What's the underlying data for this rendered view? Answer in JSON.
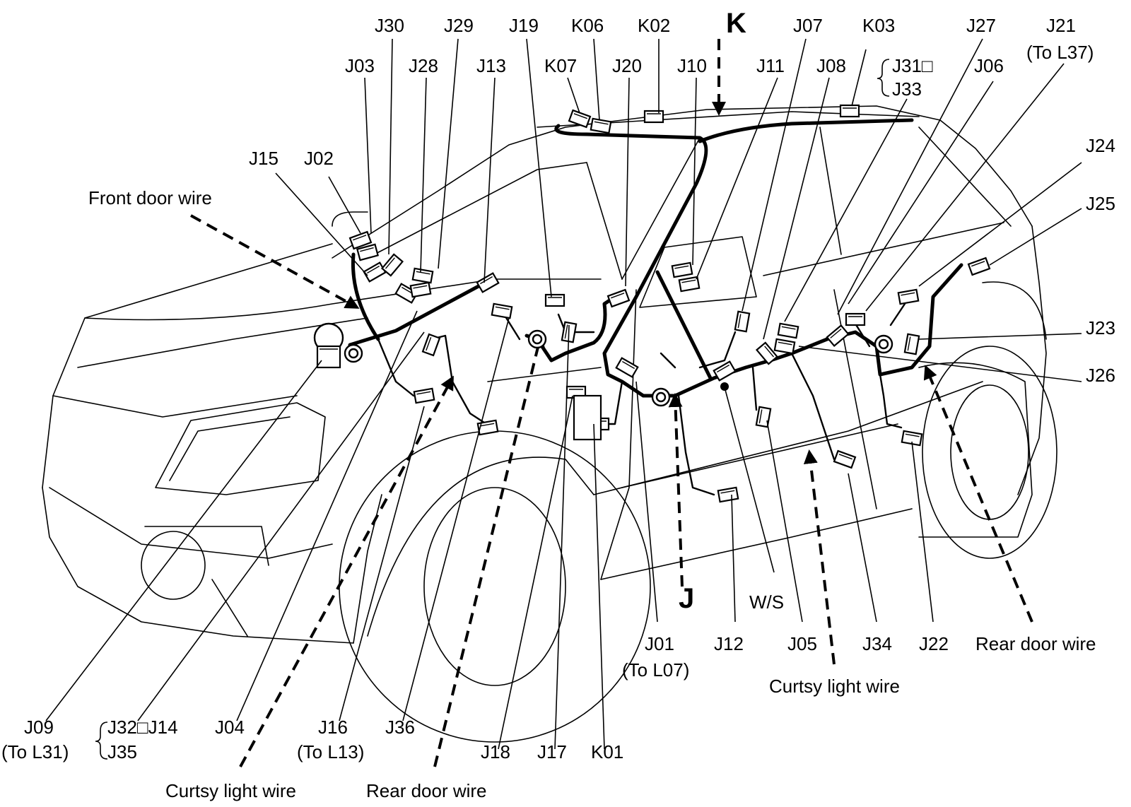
{
  "labels": {
    "J30": "J30",
    "J29": "J29",
    "J19": "J19",
    "K06": "K06",
    "K02": "K02",
    "K": "K",
    "J07": "J07",
    "K03": "K03",
    "J27": "J27",
    "J21": "J21",
    "to_l37": "(To L37)",
    "J03": "J03",
    "J28": "J28",
    "J13": "J13",
    "K07": "K07",
    "J20": "J20",
    "J10": "J10",
    "J11": "J11",
    "J08": "J08",
    "j31": "J31□",
    "J33": "J33",
    "J06": "J06",
    "J24": "J24",
    "J25": "J25",
    "J15": "J15",
    "J02": "J02",
    "front_door_wire": "Front door wire",
    "J23": "J23",
    "J26": "J26",
    "J": "J",
    "ws": "W/S",
    "J01": "J01",
    "to_l07": "(To L07)",
    "J12": "J12",
    "J05": "J05",
    "J34": "J34",
    "J22": "J22",
    "rear_door_wire_right": "Rear door wire",
    "curtsy_light_wire_right": "Curtsy light wire",
    "J09": "J09",
    "to_l31": "(To L31)",
    "j32_j14": "J32□J14",
    "J35": "J35",
    "J04": "J04",
    "J16": "J16",
    "to_l13": "(To L13)",
    "J36": "J36",
    "J18": "J18",
    "J17": "J17",
    "K01": "K01",
    "curtsy_light_wire_left": "Curtsy light wire",
    "rear_door_wire_left": "Rear door wire"
  }
}
